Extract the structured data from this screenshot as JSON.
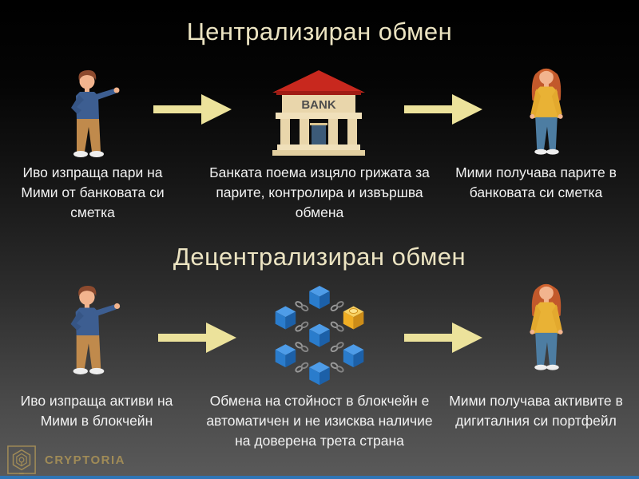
{
  "colors": {
    "title": "#ece4c2",
    "arrow": "#ece29b",
    "caption": "#f2f2f2",
    "logo_gold": "#a08b57",
    "bottom_bar": "#2e75b6",
    "cube_blue": "#2a7ccc",
    "cube_gold": "#f0ae24",
    "bank_roof_red": "#c8281e",
    "bank_body_tan": "#e9d6ab"
  },
  "sections": [
    {
      "title": "Централизиран обмен",
      "bank_label": "BANK",
      "steps": [
        {
          "icon": "man-pointing-figure",
          "caption": "Иво изпраща пари на Мими от банковата си сметка"
        },
        {
          "icon": "bank-building-icon",
          "caption": "Банката поема изцяло грижата за парите, контролира и извършва обмена"
        },
        {
          "icon": "woman-standing-figure",
          "caption": "Мими получава парите в банковата си сметка"
        }
      ]
    },
    {
      "title": "Децентрализиран обмен",
      "steps": [
        {
          "icon": "man-pointing-figure",
          "caption": "Иво изпраща активи на Мими в блокчейн"
        },
        {
          "icon": "blockchain-cubes-icon",
          "caption": "Обмена на стойност в блокчейн е автоматичен и не изисква наличие на доверена трета страна"
        },
        {
          "icon": "woman-standing-figure",
          "caption": "Мими получава активите в дигиталния си портфейл"
        }
      ]
    }
  ],
  "logo": {
    "brand": "CRYPTORIA"
  }
}
